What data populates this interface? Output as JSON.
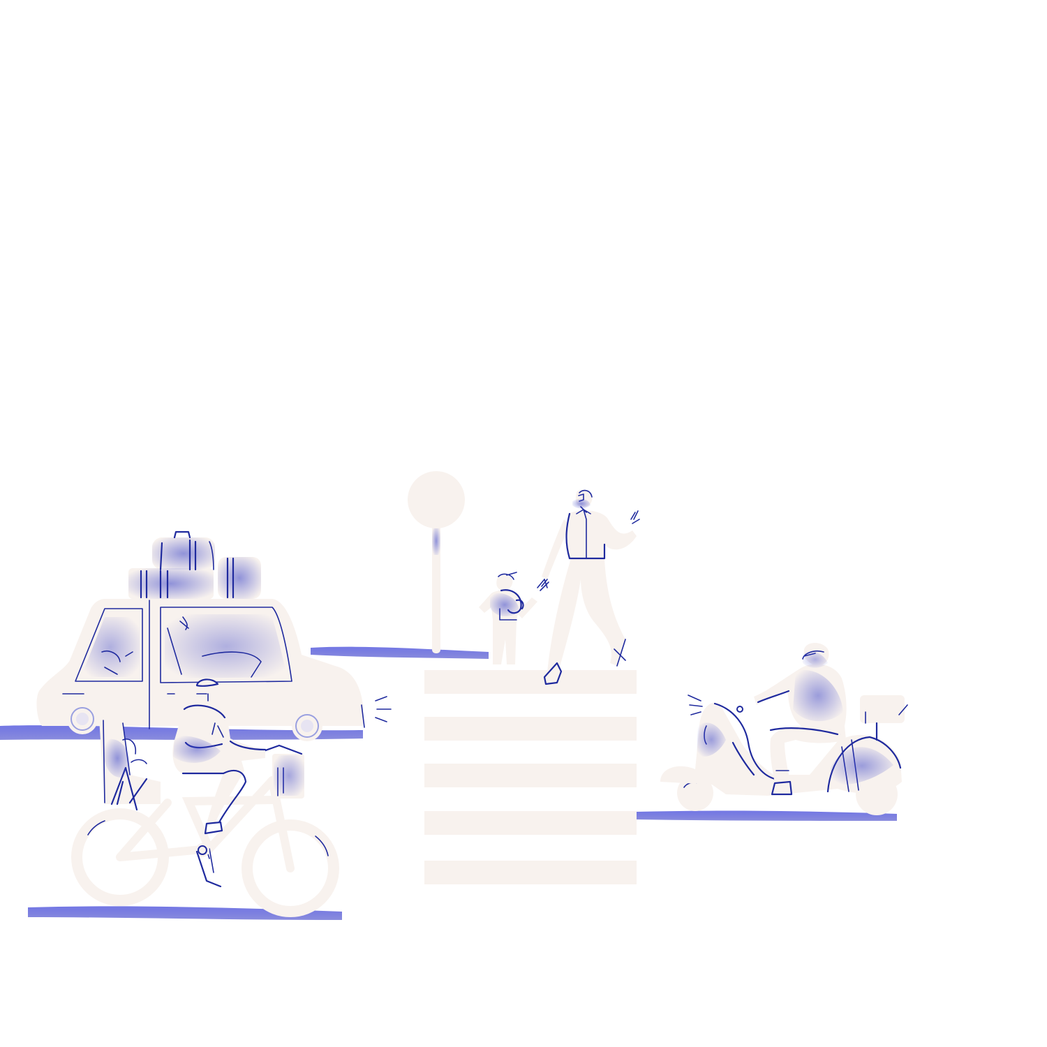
{
  "colors": {
    "background": "#ffffff",
    "cream": "#f8f2ee",
    "ink": "#1f2a9e",
    "shade": "#3b44c7",
    "shadow": "#4a4fd6"
  },
  "scene": {
    "elements": [
      "car-with-luggage",
      "cyclist-with-child-seat",
      "street-sign",
      "pedestrian-crossing",
      "adult-with-child",
      "scooter-rider"
    ]
  }
}
